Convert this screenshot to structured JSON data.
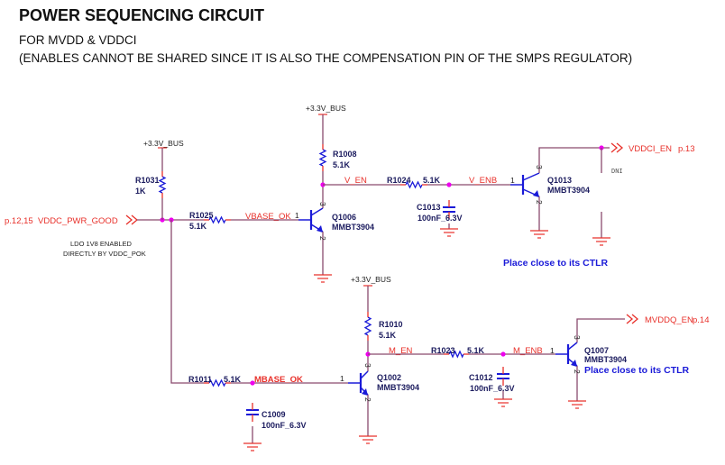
{
  "header": {
    "title": "POWER SEQUENCING CIRCUIT",
    "subtitle1": "FOR MVDD & VDDCI",
    "subtitle2": "(ENABLES CANNOT BE SHARED SINCE IT IS ALSO THE COMPENSATION PIN OF THE SMPS REGULATOR)"
  },
  "power": {
    "bus": "+3.3V_BUS"
  },
  "ports": {
    "vddc_pwr_good": {
      "name": "VDDC_PWR_GOOD",
      "page": "p.12,15"
    },
    "vddci_en": {
      "name": "VDDCI_EN",
      "page": "p.13"
    },
    "mvddq_en": {
      "name": "MVDDQ_EN",
      "page": "p.14"
    }
  },
  "nets": {
    "vbase_ok": "VBASE_OK",
    "v_en": "V_EN",
    "v_enb": "V_ENB",
    "mbase_ok": "MBASE_OK",
    "m_en": "M_EN",
    "m_enb": "M_ENB"
  },
  "components": {
    "r1031": {
      "ref": "R1031",
      "value": "1K"
    },
    "r1025": {
      "ref": "R1025",
      "value": "5.1K"
    },
    "r1008": {
      "ref": "R1008",
      "value": "5.1K"
    },
    "r1024": {
      "ref": "R1024",
      "value": "5.1K"
    },
    "r1010": {
      "ref": "R1010",
      "value": "5.1K"
    },
    "r1023": {
      "ref": "R1023",
      "value": "5.1K"
    },
    "r1011": {
      "ref": "R1011",
      "value": "5.1K"
    },
    "c1013": {
      "ref": "C1013",
      "value": "100nF_6.3V"
    },
    "c1012": {
      "ref": "C1012",
      "value": "100nF_6.3V"
    },
    "c1009": {
      "ref": "C1009",
      "value": "100nF_6.3V"
    },
    "q1006": {
      "ref": "Q1006",
      "value": "MMBT3904"
    },
    "q1013": {
      "ref": "Q1013",
      "value": "MMBT3904"
    },
    "q1002": {
      "ref": "Q1002",
      "value": "MMBT3904"
    },
    "q1007": {
      "ref": "Q1007",
      "value": "MMBT3904"
    }
  },
  "pins": {
    "base": "1",
    "collector": "3",
    "emitter": "2"
  },
  "notes": {
    "ldo1": "LDO 1V8 ENABLED",
    "ldo2": "DIRECTLY BY VDDC_POK",
    "place_close": "Place close to its CTLR",
    "dni": "DNI"
  },
  "colors": {
    "wire": "#8a4a6e",
    "pin": "#e8302a",
    "component": "#1a1ad8",
    "junction": "#ee00ee",
    "net_label": "#e8302a"
  }
}
